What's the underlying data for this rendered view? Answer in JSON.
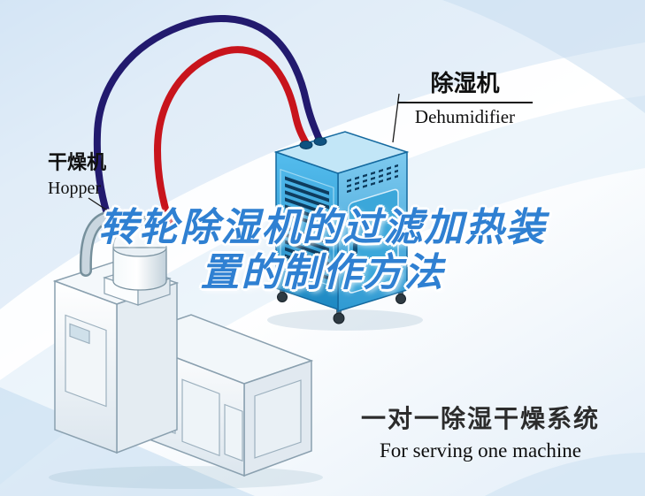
{
  "title": {
    "line1": "转轮除湿机的过滤加热装",
    "line2": "置的制作方法"
  },
  "callouts": {
    "dehumidifier": {
      "cn": "除湿机",
      "en": "Dehumidifier"
    },
    "hopper": {
      "cn": "干燥机",
      "en": "Hopper"
    }
  },
  "caption": {
    "cn": "一对一除湿干燥系统",
    "en": "For serving one machine"
  },
  "colors": {
    "title-blue": "#2f80d2",
    "pipe-red": "#c8141c",
    "pipe-navy": "#221a6e",
    "machine-blue": "#35a9e1",
    "text-dark": "#101010"
  },
  "illustration": {
    "components": [
      "hopper-dryer-machine",
      "dehumidifier-unit",
      "hose-red",
      "hose-navy"
    ]
  }
}
